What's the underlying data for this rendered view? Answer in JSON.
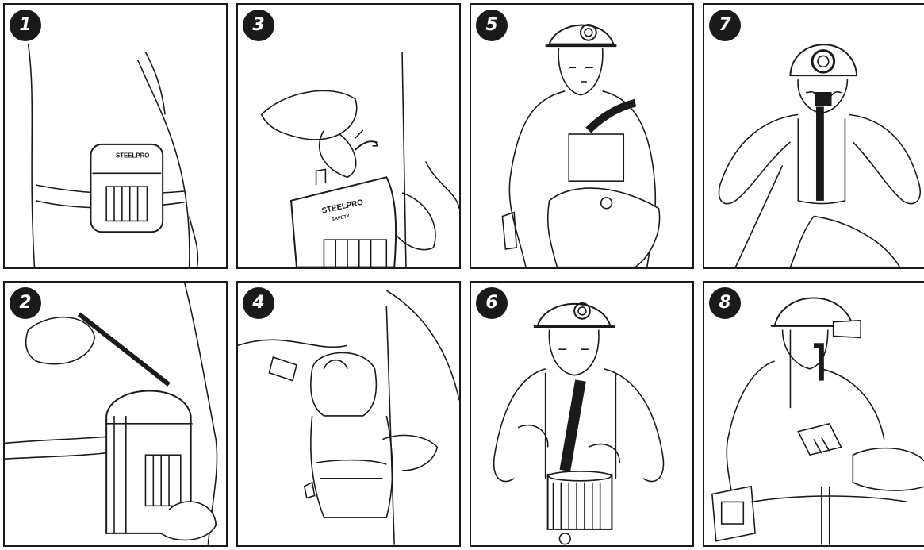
{
  "panels": [
    {
      "number": "1"
    },
    {
      "number": "3"
    },
    {
      "number": "5"
    },
    {
      "number": "7"
    },
    {
      "number": "2"
    },
    {
      "number": "4"
    },
    {
      "number": "6"
    },
    {
      "number": "8"
    }
  ],
  "device": {
    "brand": "STEELPRO",
    "subbrand": "SAFETY"
  },
  "colors": {
    "ink": "#1a1a1a",
    "paper": "#ffffff"
  }
}
